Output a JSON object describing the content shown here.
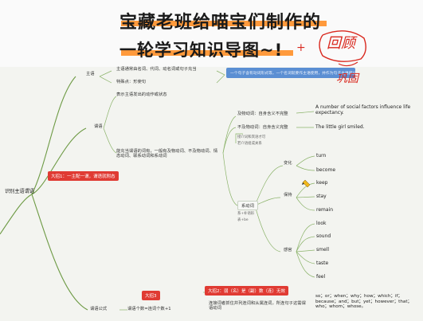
{
  "header": {
    "title_line1": "宝藏老班给喵宝们制作的",
    "title_line2": "一轮学习知识导图~!",
    "plus_mark": "+",
    "handwritten_1": "回顾",
    "handwritten_2": "巩固"
  },
  "mindmap": {
    "root": "识别主语谓语",
    "subject_branch": {
      "label": "主语",
      "items": [
        "主语通常由名词、代词、动名词或句子充当",
        "特殊点：形使句"
      ],
      "note": "一个句子含有动词形式等，一个名词就要作主语使用，并作为句子主语部分"
    },
    "predicate_branch": {
      "label": "谓语",
      "desc1": "表示主语发出的动作或状态",
      "desc2": "能充当谓语的词有，一般有及物动词、不及物动词、情态动词、联系动词和系动词",
      "trick1": "大招1：一主配一谓，谓语就附态",
      "vt": "及物动词：自身含义不完整",
      "vt_example": "A number of social factors influence life expectancy.",
      "vi": "不及物动词：自身含义完整",
      "vi_example": "The little girl smiled.",
      "vi_sub1": "接介词和宾语才可",
      "vi_sub2": "若介语组成关系",
      "linking": "系动词",
      "linking_sub1": "系+补语形",
      "linking_sub2": "表+be",
      "change": {
        "label": "变化",
        "words": [
          "turn",
          "become"
        ]
      },
      "keep": {
        "label": "保持",
        "words": [
          "keep",
          "stay",
          "remain"
        ]
      },
      "sense": {
        "label": "感官",
        "words": [
          "look",
          "sound",
          "smell",
          "taste",
          "feel"
        ]
      }
    },
    "formula": {
      "label": "谓语公式",
      "trick3": "大招3",
      "text": "谓语个数=连词个数+1"
    },
    "trick2": {
      "label": "大招2：弱（名）是（副）数（连）无效",
      "desc": "连接词者抓住并列连词和从属连词，所连句子这需谓语动词",
      "conjunctions": "so；or；when；why；how；which；if；because；and；but；yet；however；that；who；whom；whose。"
    }
  },
  "colors": {
    "accent_red": "#e03b33",
    "highlight_orange": "#ff9a3c",
    "box_blue": "#5b8fd3",
    "branch_green": "#5e8a3c"
  }
}
